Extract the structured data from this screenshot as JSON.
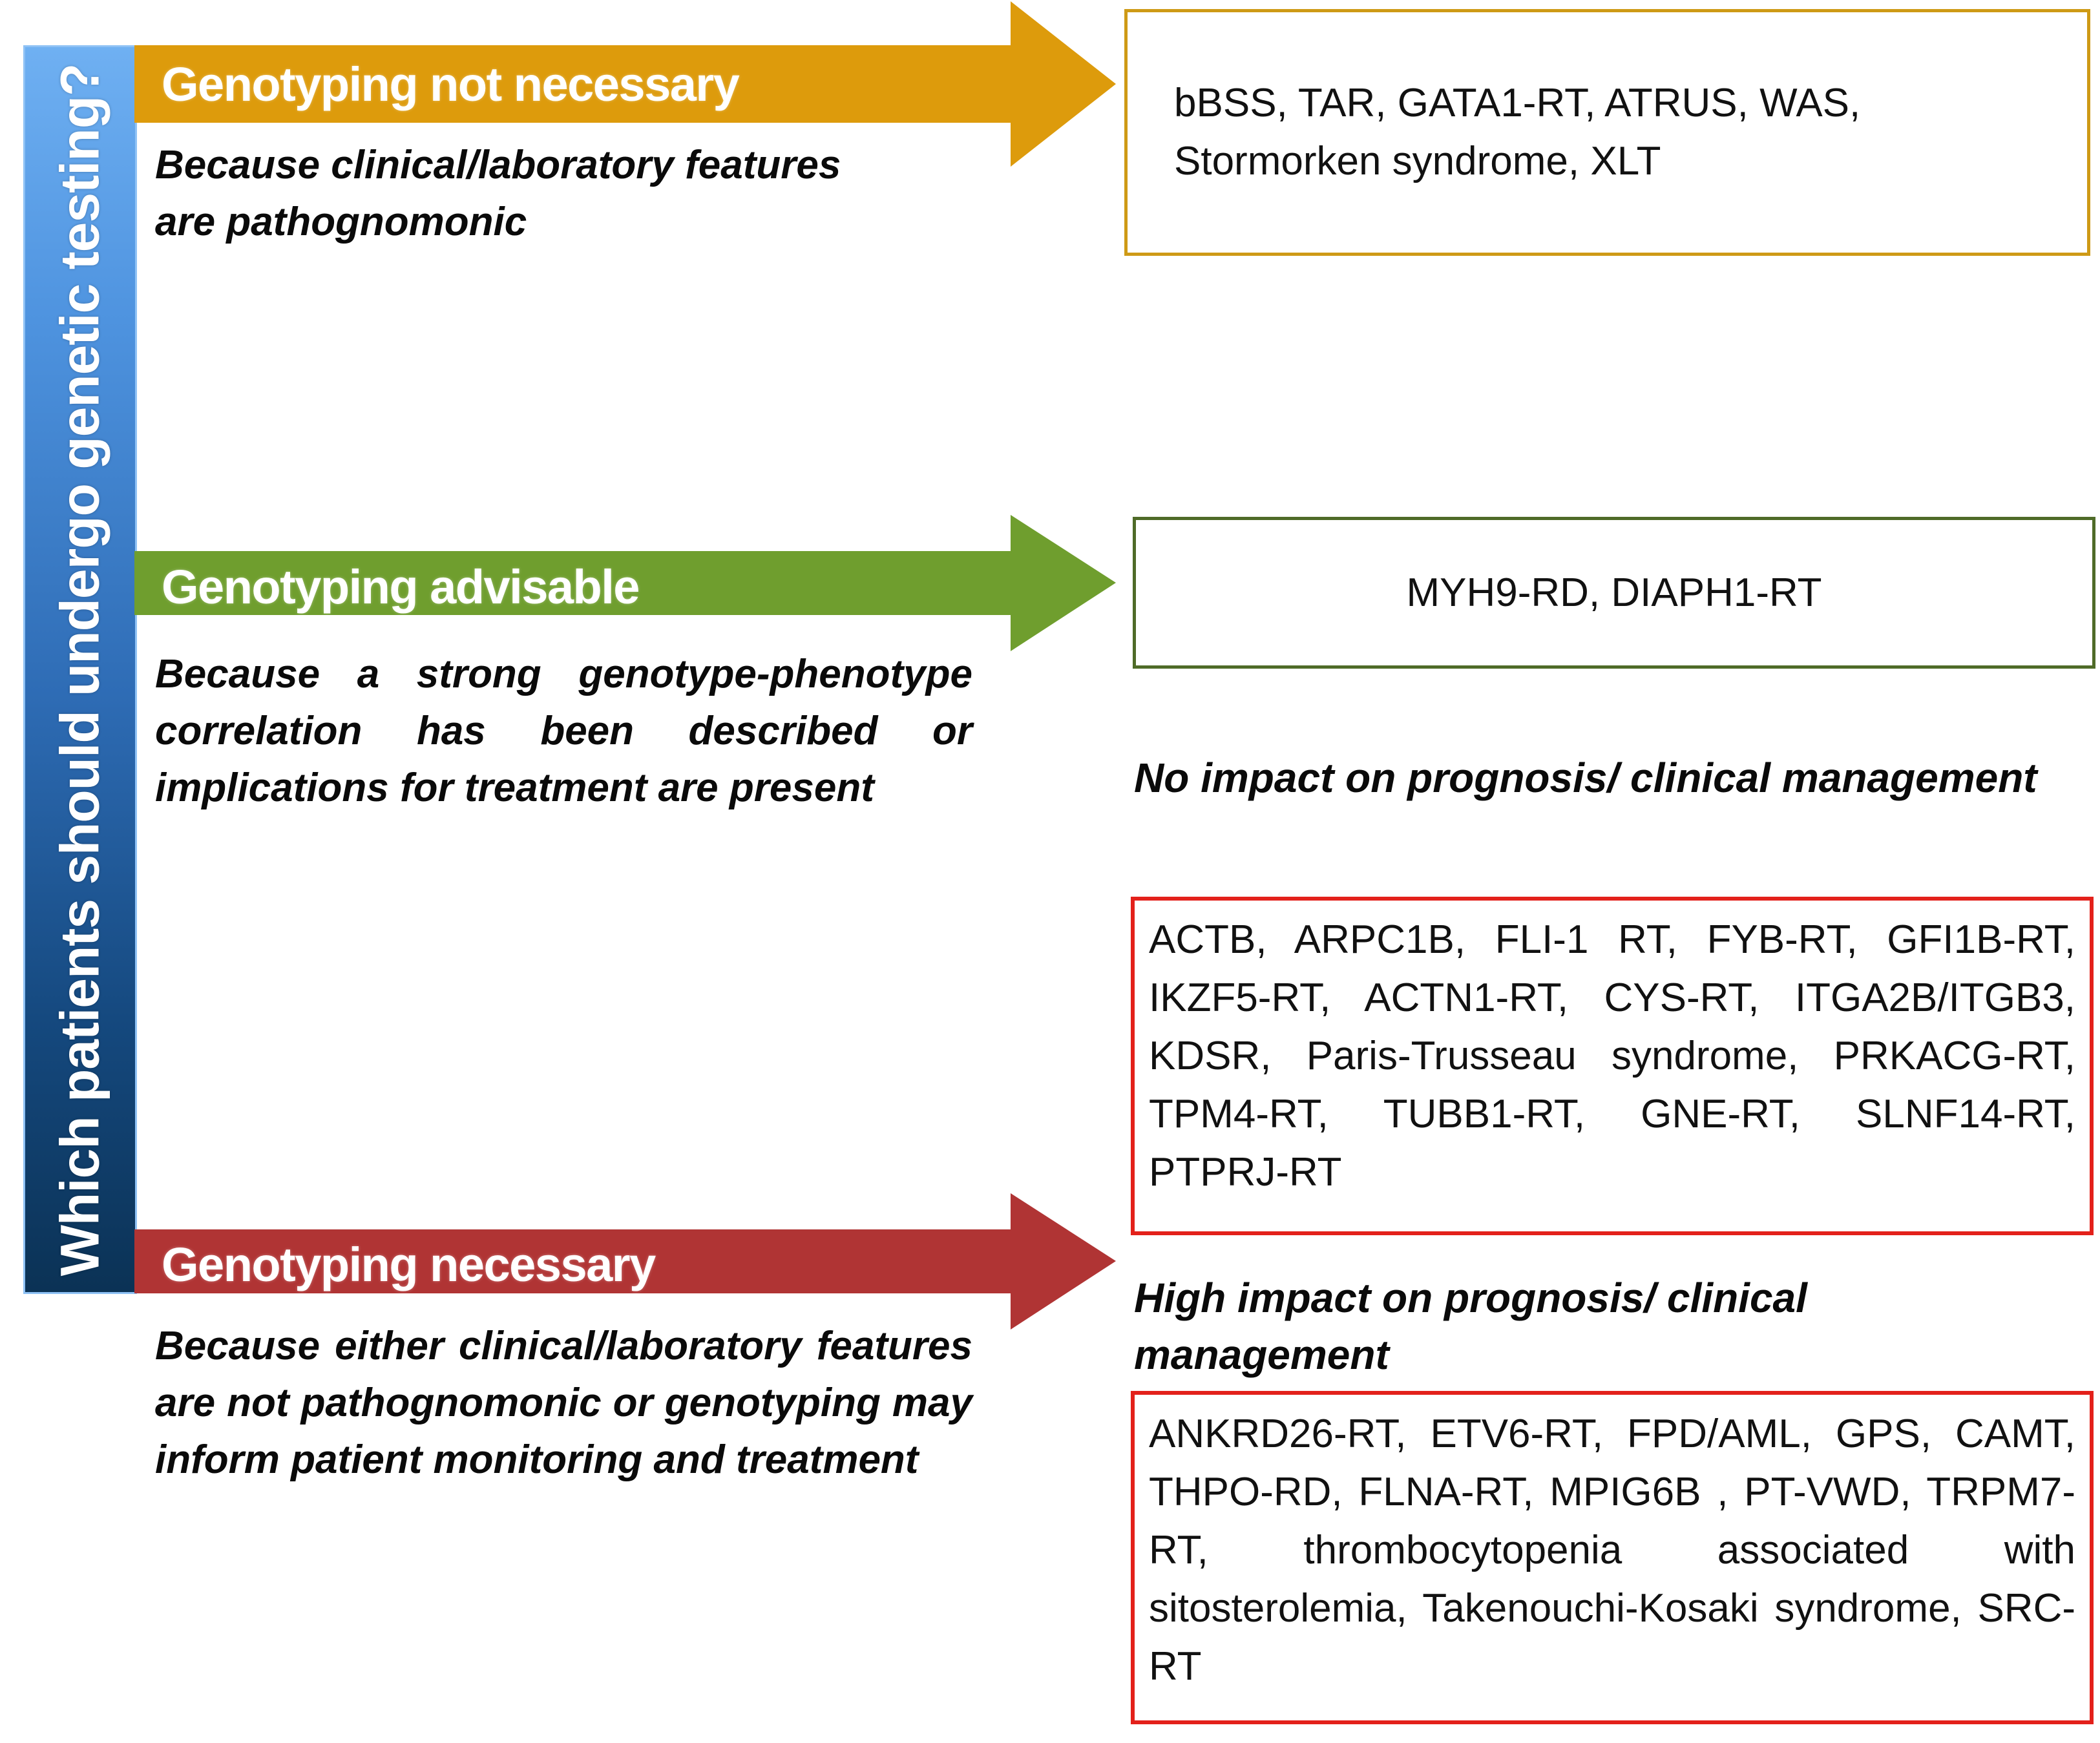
{
  "sidebar": {
    "question": "Which patients should undergo genetic testing?",
    "gradient_top": "#6FB0F2",
    "gradient_bottom": "#0B3255"
  },
  "tiers": [
    {
      "id": "not-necessary",
      "arrow_label": "Genotyping not necessary",
      "arrow_color": "#DD9B0C",
      "rationale": "Because clinical/laboratory features are pathognomonic",
      "box_border_color": "#CE9A16",
      "box_text": "bBSS, TAR, GATA1-RT, ATRUS, WAS, Stormorken syndrome, XLT"
    },
    {
      "id": "advisable",
      "arrow_label": "Genotyping advisable",
      "arrow_color": "#6F9E2E",
      "rationale": "Because a strong genotype-phenotype correlation has been described or implications for treatment are present",
      "box_border_color": "#4F6B28",
      "box_text": "MYH9-RD, DIAPH1-RT"
    },
    {
      "id": "necessary",
      "arrow_label": "Genotyping necessary",
      "arrow_color": "#B03434",
      "rationale": "Because either clinical/laboratory features are not pathognomonic or genotyping may inform patient monitoring and treatment"
    }
  ],
  "impact_groups": [
    {
      "id": "no-impact",
      "note": "No impact on prognosis/ clinical management",
      "box_border_color": "#E3211B",
      "box_text": "ACTB, ARPC1B, FLI-1 RT, FYB-RT, GFI1B-RT, IKZF5-RT, ACTN1-RT, CYS-RT, ITGA2B/ITGB3, KDSR, Paris-Trusseau syndrome, PRKACG-RT, TPM4-RT, TUBB1-RT, GNE-RT, SLNF14-RT, PTPRJ-RT"
    },
    {
      "id": "high-impact",
      "note": "High impact on prognosis/ clinical management",
      "box_border_color": "#E3211B",
      "box_text": "ANKRD26-RT, ETV6-RT, FPD/AML, GPS, CAMT, THPO-RD, FLNA-RT, MPIG6B , PT-VWD, TRPM7-RT, thrombocytopenia associated with sitosterolemia, Takenouchi-Kosaki syndrome, SRC-RT"
    }
  ]
}
